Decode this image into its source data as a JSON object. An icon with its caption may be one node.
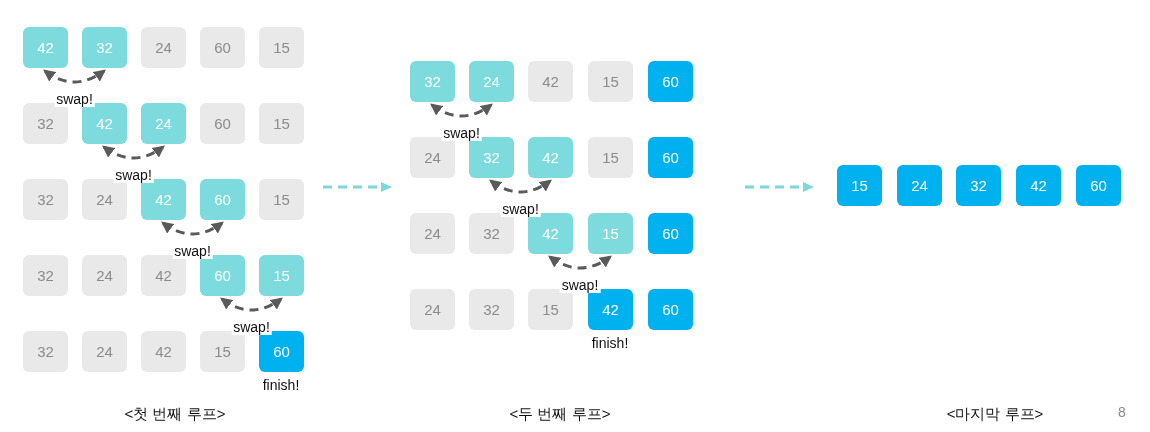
{
  "diagram": {
    "nodes": [
      {
        "text": [
          "42"
        ]
      },
      {
        "text": [
          "32"
        ]
      },
      {
        "text": [
          "24"
        ]
      },
      {
        "text": [
          "60"
        ]
      },
      {
        "text": [
          "15"
        ]
      },
      {
        "text": [
          "32"
        ]
      },
      {
        "text": [
          "42"
        ]
      },
      {
        "text": [
          "24"
        ]
      },
      {
        "text": [
          "60"
        ]
      },
      {
        "text": [
          "15"
        ]
      },
      {
        "text": [
          "32"
        ]
      },
      {
        "text": [
          "24"
        ]
      },
      {
        "text": [
          "42"
        ]
      },
      {
        "text": [
          "60"
        ]
      },
      {
        "text": [
          "15"
        ]
      },
      {
        "text": [
          "32"
        ]
      },
      {
        "text": [
          "24"
        ]
      },
      {
        "text": [
          "42"
        ]
      },
      {
        "text": [
          "60"
        ]
      },
      {
        "text": [
          "15"
        ]
      },
      {
        "text": [
          "32"
        ]
      },
      {
        "text": [
          "24"
        ]
      },
      {
        "text": [
          "42"
        ]
      },
      {
        "text": [
          "15"
        ]
      },
      {
        "text": [
          "60"
        ],
        "beside": [
          "finish!"
        ]
      },
      {
        "text": [
          "32"
        ]
      },
      {
        "text": [
          "24"
        ]
      },
      {
        "text": [
          "42"
        ]
      },
      {
        "text": [
          "15"
        ]
      },
      {
        "text": [
          "60"
        ]
      },
      {
        "text": [
          "24"
        ]
      },
      {
        "text": [
          "32"
        ]
      },
      {
        "text": [
          "42"
        ]
      },
      {
        "text": [
          "15"
        ]
      },
      {
        "text": [
          "60"
        ]
      },
      {
        "text": [
          "24"
        ]
      },
      {
        "text": [
          "32"
        ]
      },
      {
        "text": [
          "42"
        ]
      },
      {
        "text": [
          "15"
        ]
      },
      {
        "text": [
          "60"
        ]
      },
      {
        "text": [
          "24"
        ]
      },
      {
        "text": [
          "32"
        ]
      },
      {
        "text": [
          "15"
        ]
      },
      {
        "text": [
          "42"
        ],
        "beside": [
          "finish!"
        ]
      },
      {
        "text": [
          "60"
        ]
      },
      {
        "text": [
          "15"
        ]
      },
      {
        "text": [
          "24"
        ]
      },
      {
        "text": [
          "32"
        ]
      },
      {
        "text": [
          "42"
        ]
      },
      {
        "text": [
          "60"
        ]
      }
    ],
    "edges": [
      {
        "from": 0,
        "to": 1,
        "arrow": "both",
        "style": "dashed",
        "label": "swap!"
      },
      {
        "from": 6,
        "to": 7,
        "arrow": "both",
        "style": "dashed",
        "label": "swap!"
      },
      {
        "from": 12,
        "to": 13,
        "arrow": "both",
        "style": "dashed",
        "label": "swap!"
      },
      {
        "from": 18,
        "to": 19,
        "arrow": "both",
        "style": "dashed",
        "label": "swap!"
      },
      {
        "from": 25,
        "to": 26,
        "arrow": "both",
        "style": "dashed",
        "label": "swap!"
      },
      {
        "from": 31,
        "to": 32,
        "arrow": "both",
        "style": "dashed",
        "label": "swap!"
      },
      {
        "from": 37,
        "to": 38,
        "arrow": "both",
        "style": "dashed",
        "label": "swap!"
      }
    ],
    "labels": [
      "<첫 번째 루프>",
      "<두 번째 루프>",
      "<마지막 루프>",
      "8"
    ]
  }
}
